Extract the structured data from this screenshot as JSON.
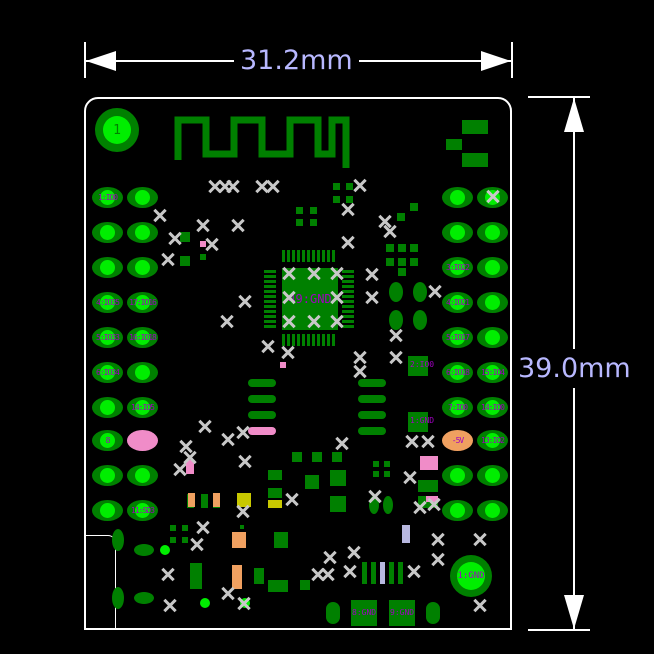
{
  "dimensions": {
    "width": "31.2mm",
    "height": "39.0mm"
  },
  "chip": {
    "center_pad_label": "49:GND"
  },
  "mount_hole": {
    "label": "1"
  },
  "pins_left_outer": [
    "1:IO0",
    "",
    "",
    "4:IO35",
    "5:IO33",
    "6:IO34",
    "",
    "8",
    "",
    ""
  ],
  "pins_left_inner": [
    "",
    "",
    "",
    "17:IO16",
    "16:IO18",
    "",
    "14:IO5",
    "",
    "",
    "11:SD3"
  ],
  "pins_right_inner": [
    "",
    "",
    "3:IO22",
    "4:IO21",
    "5:IO17",
    "6:IO18",
    "7:IO0",
    "-5V",
    "",
    ""
  ],
  "pins_right_outer": [
    "",
    "",
    "",
    "",
    "",
    "15:IO4",
    "14:IO0",
    "13:IO2",
    "",
    ""
  ],
  "pads": {
    "pad_2": "2:IO0",
    "pad_1": "1:GND",
    "gnd_big": "1:GND",
    "gnd_8": "8:GND",
    "gnd_9": "9:GND"
  },
  "colors": {
    "copper": "#008000",
    "pad": "#00ee00",
    "silk": "#a000c0",
    "dimension": "#b8b8ff"
  }
}
